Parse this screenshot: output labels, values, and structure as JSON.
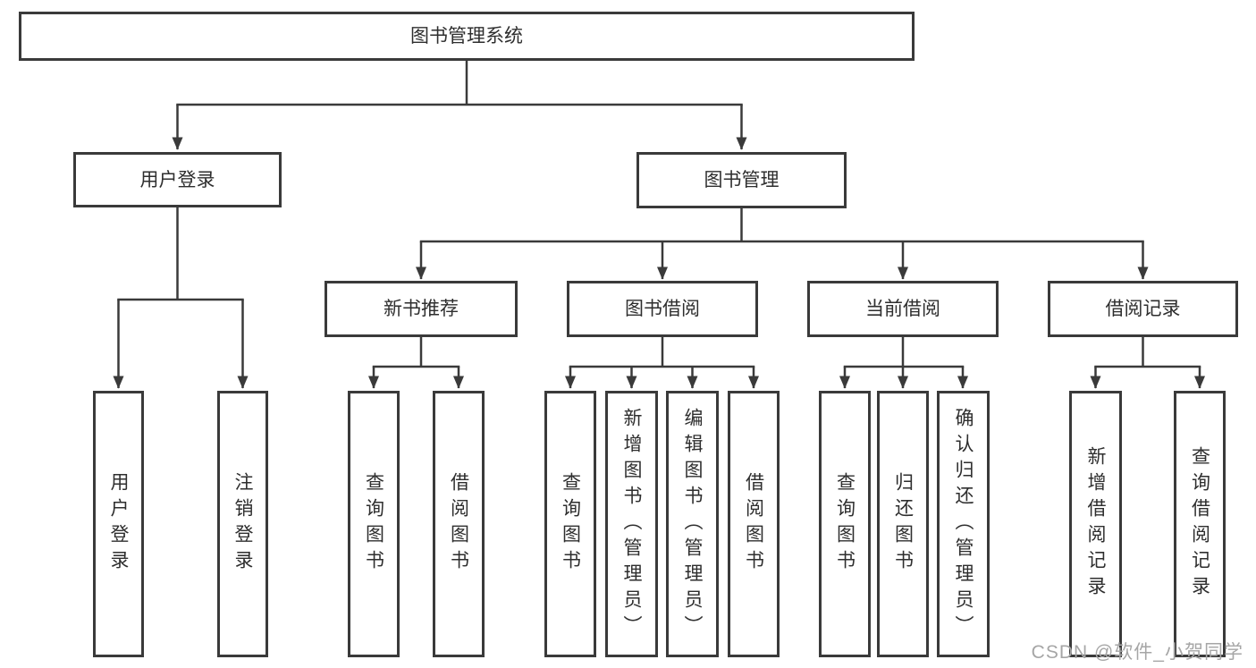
{
  "tree": {
    "root": {
      "label": "图书管理系统"
    },
    "children": [
      {
        "label": "用户登录",
        "children": [
          {
            "label": "用户登录"
          },
          {
            "label": "注销登录"
          }
        ]
      },
      {
        "label": "图书管理",
        "children": [
          {
            "label": "新书推荐",
            "children": [
              {
                "label": "查询图书"
              },
              {
                "label": "借阅图书"
              }
            ]
          },
          {
            "label": "图书借阅",
            "children": [
              {
                "label": "查询图书"
              },
              {
                "label": "新增图书（管理员）"
              },
              {
                "label": "编辑图书（管理员）"
              },
              {
                "label": "借阅图书"
              }
            ]
          },
          {
            "label": "当前借阅",
            "children": [
              {
                "label": "查询图书"
              },
              {
                "label": "归还图书"
              },
              {
                "label": "确认归还（管理员）"
              }
            ]
          },
          {
            "label": "借阅记录",
            "children": [
              {
                "label": "新增借阅记录"
              },
              {
                "label": "查询借阅记录"
              }
            ]
          }
        ]
      }
    ]
  },
  "watermark": {
    "text": "CSDN @软件_小贺同学"
  },
  "colors": {
    "line": "#3a3a3a",
    "box_border": "#3a3a3a",
    "text": "#2e2e2e",
    "watermark": "#a6a6a6",
    "background": "#ffffff"
  }
}
